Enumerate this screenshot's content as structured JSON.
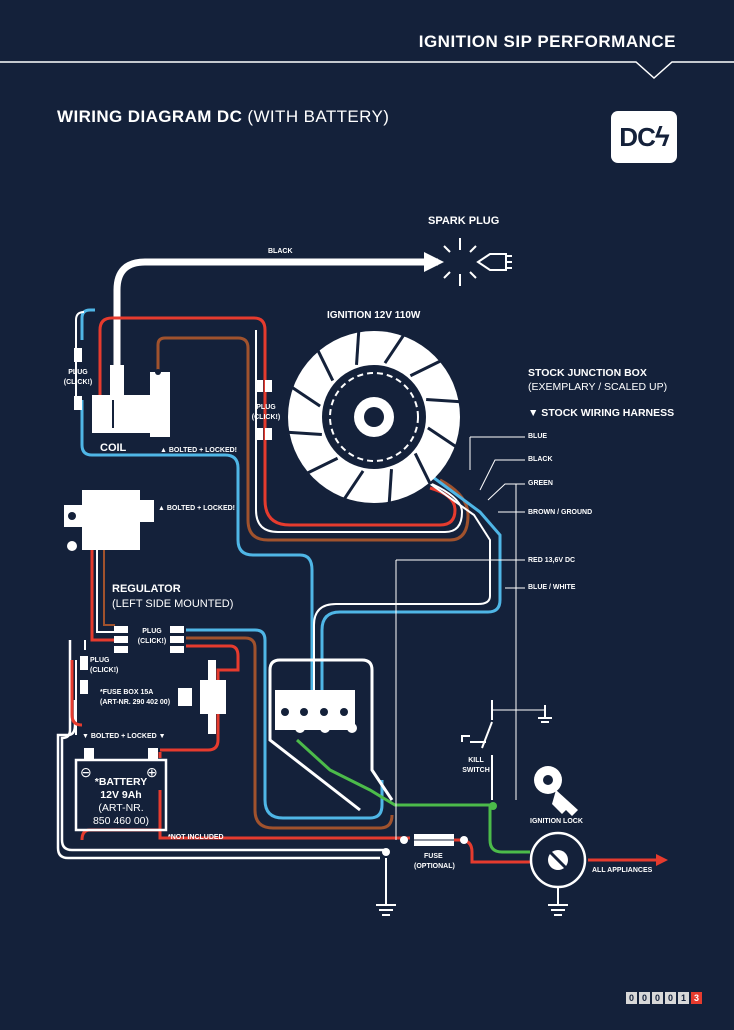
{
  "header": {
    "title": "IGNITION SIP PERFORMANCE"
  },
  "page": {
    "title_bold": "WIRING DIAGRAM DC",
    "title_thin": "(WITH BATTERY)"
  },
  "badge": {
    "text": "DC",
    "icon": "lightning-bolt-icon"
  },
  "colors": {
    "background": "#14213a",
    "red": "#e63b2e",
    "blue": "#4fb6e6",
    "brown": "#a0522d",
    "green": "#4cbb4a",
    "white": "#ffffff"
  },
  "labels": {
    "spark_plug": "SPARK PLUG",
    "black_wire": "BLACK",
    "ignition": "IGNITION 12V 110W",
    "junction_title": "STOCK JUNCTION BOX",
    "junction_sub": "(EXEMPLARY / SCALED UP)",
    "harness": "▼ STOCK WIRING HARNESS",
    "plug_click": "PLUG (CLICK!)",
    "coil": "COIL",
    "bolted_locked": "▲ BOLTED + LOCKED!",
    "regulator_title": "REGULATOR",
    "regulator_sub": "(LEFT SIDE MOUNTED)",
    "fuse_box": "*FUSE BOX 15A",
    "fuse_box_art": "(ART-NR. 290 402 00)",
    "bolted_locked_down": "▼ BOLTED + LOCKED ▼",
    "battery": [
      "*BATTERY",
      "12V 9Ah",
      "(ART-NR.",
      "850 460 00)"
    ],
    "not_included": "*NOT INCLUDED",
    "kill_switch": [
      "KILL",
      "SWITCH"
    ],
    "ignition_lock": "IGNITION LOCK",
    "fuse": "FUSE",
    "fuse_optional": "(OPTIONAL)",
    "all_appliances": "ALL APPLIANCES"
  },
  "harness_wires": [
    "BLUE",
    "BLACK",
    "GREEN",
    "BROWN / GROUND",
    "RED 13,6V DC",
    "BLUE / WHITE"
  ],
  "pager": {
    "digits": [
      "0",
      "0",
      "0",
      "0",
      "1"
    ],
    "current": "3"
  }
}
